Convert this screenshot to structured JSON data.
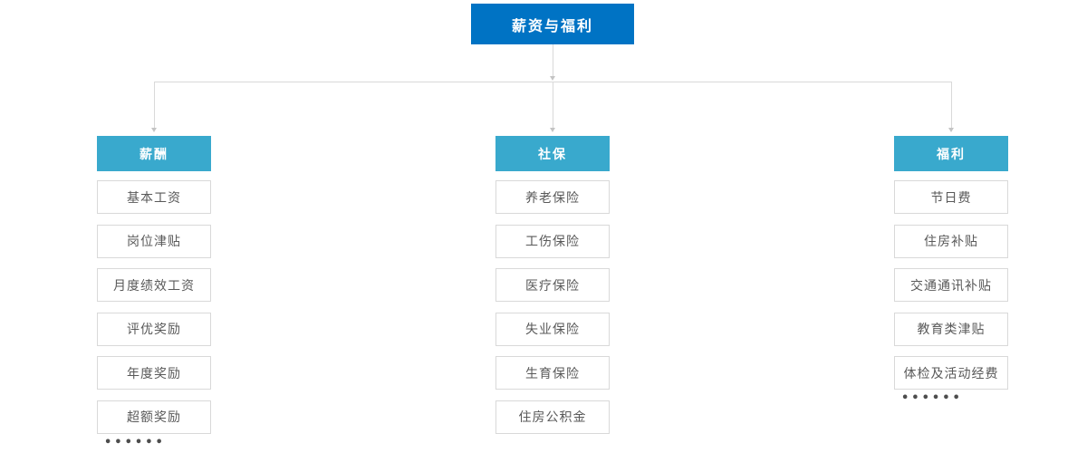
{
  "root": {
    "label": "薪资与福利"
  },
  "columns": [
    {
      "label": "薪酬",
      "items": [
        "基本工资",
        "岗位津贴",
        "月度绩效工资",
        "评优奖励",
        "年度奖励",
        "超额奖励"
      ],
      "ellipsis": "••••••"
    },
    {
      "label": "社保",
      "items": [
        "养老保险",
        "工伤保险",
        "医疗保险",
        "失业保险",
        "生育保险",
        "住房公积金"
      ]
    },
    {
      "label": "福利",
      "items": [
        "节日费",
        "住房补贴",
        "交通通讯补贴",
        "教育类津贴",
        "体检及活动经费"
      ],
      "ellipsis": "••••••"
    }
  ],
  "colors": {
    "root_bg": "#0073c4",
    "header_bg": "#39a9cd",
    "item_border": "#d9d9d9",
    "item_text": "#595959",
    "connector": "#d9d9d9"
  }
}
